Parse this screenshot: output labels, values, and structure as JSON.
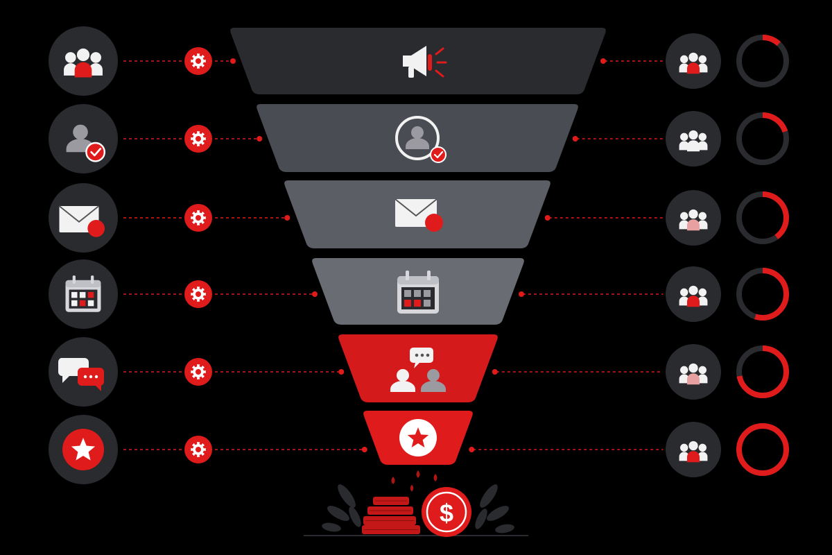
{
  "colors": {
    "background": "#000000",
    "accent": "#e01b1b",
    "circle_bg": "#2a2b2f",
    "ring_track": "#2a2b2f",
    "icon_light": "#f2f2f2",
    "icon_grey": "#9a9aa0"
  },
  "stages": [
    {
      "icon": "megaphone-icon",
      "side_icon": "team-icon",
      "funnel_color": "#2a2b2f",
      "conversion_fraction": 0.12
    },
    {
      "icon": "user-check-icon",
      "side_icon": "user-check-icon",
      "funnel_color": "#4a4c53",
      "conversion_fraction": 0.2
    },
    {
      "icon": "envelope-icon",
      "side_icon": "envelope-icon",
      "funnel_color": "#5c5e66",
      "conversion_fraction": 0.4
    },
    {
      "icon": "calendar-icon",
      "side_icon": "calendar-icon",
      "funnel_color": "#6a6c73",
      "conversion_fraction": 0.55
    },
    {
      "icon": "conversation-icon",
      "side_icon": "chat-bubbles-icon",
      "funnel_color": "#d41a1a",
      "conversion_fraction": 0.72
    },
    {
      "icon": "star-icon",
      "side_icon": "star-icon",
      "funnel_color": "#e01b1b",
      "conversion_fraction": 1.0
    }
  ],
  "base_icons": [
    "revenue-coins-icon",
    "dollar-coin-icon",
    "laurel-leaves-icon"
  ],
  "base": {
    "dollar_symbol": "$"
  }
}
